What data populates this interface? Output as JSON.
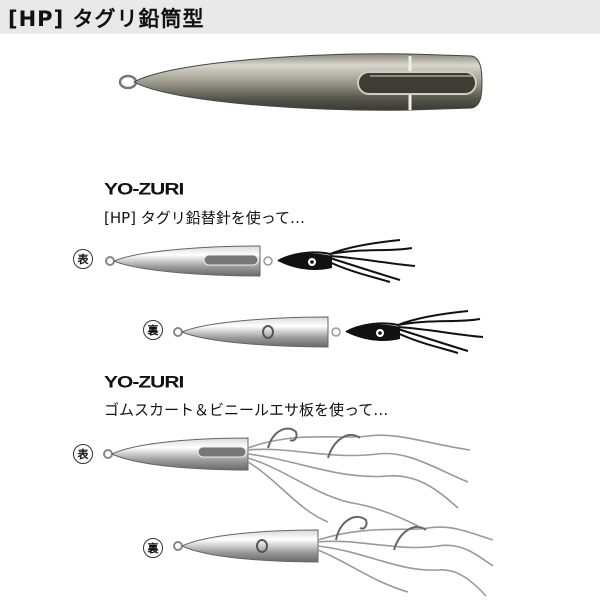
{
  "header": {
    "title": "[HP] タグリ鉛筒型"
  },
  "sections": [
    {
      "brand": "YO-ZURI",
      "caption": "[HP] タグリ鉛替針を使って…"
    },
    {
      "brand": "YO-ZURI",
      "caption": "ゴムスカート＆ビニールエサ板を使って…"
    }
  ],
  "labels": {
    "front": "表",
    "back": "裏"
  },
  "colors": {
    "header_bg": "#e9e9e9",
    "metal_light": "#f4f4f4",
    "metal_dark": "#6b6a5e",
    "skirt": "#111111"
  }
}
